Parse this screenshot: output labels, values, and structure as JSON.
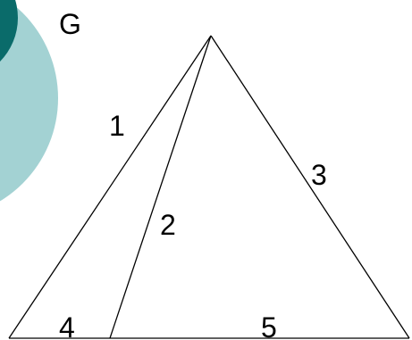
{
  "graph": {
    "title": "G",
    "edge_labels": [
      "1",
      "2",
      "3",
      "4",
      "5"
    ]
  },
  "decoration": {
    "outer_circle_color": "#a3d2d3",
    "inner_circle_color": "#0a6b6a",
    "line_color": "#000000"
  }
}
